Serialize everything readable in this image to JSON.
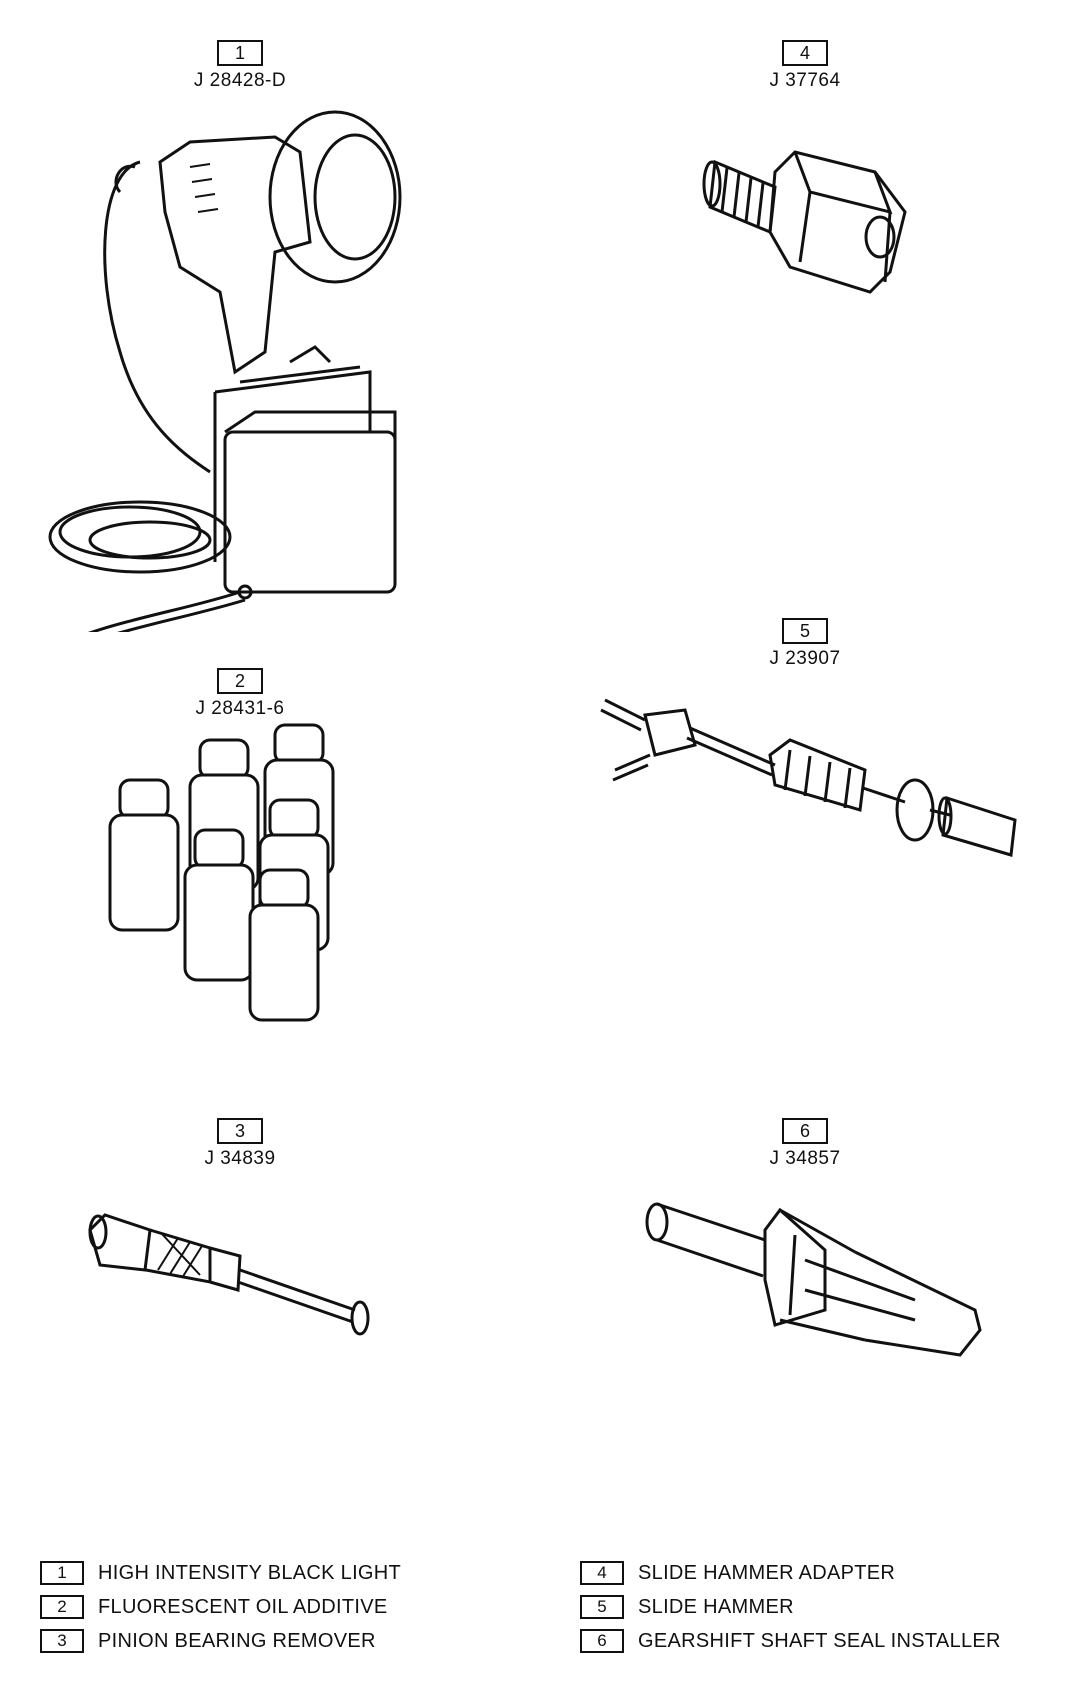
{
  "tools": [
    {
      "number": "1",
      "code": "J 28428-D"
    },
    {
      "number": "2",
      "code": "J 28431-6"
    },
    {
      "number": "3",
      "code": "J 34839"
    },
    {
      "number": "4",
      "code": "J 37764"
    },
    {
      "number": "5",
      "code": "J 23907"
    },
    {
      "number": "6",
      "code": "J 34857"
    }
  ],
  "legend": [
    {
      "number": "1",
      "label": "HIGH INTENSITY BLACK LIGHT"
    },
    {
      "number": "4",
      "label": "SLIDE HAMMER ADAPTER"
    },
    {
      "number": "2",
      "label": "FLUORESCENT OIL ADDITIVE"
    },
    {
      "number": "5",
      "label": "SLIDE HAMMER"
    },
    {
      "number": "3",
      "label": "PINION BEARING REMOVER"
    },
    {
      "number": "6",
      "label": "GEARSHIFT SHAFT SEAL INSTALLER"
    }
  ]
}
